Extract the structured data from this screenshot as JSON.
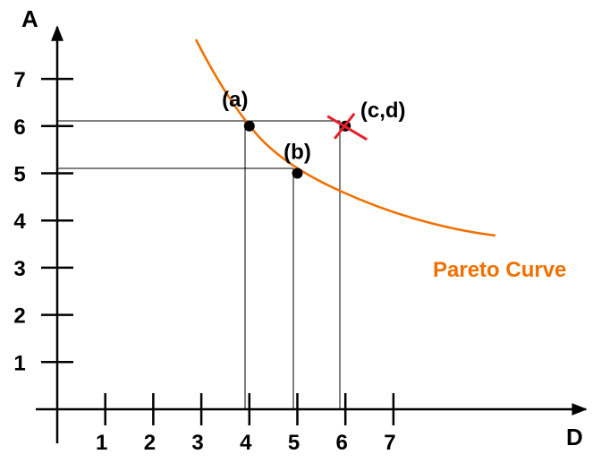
{
  "axes": {
    "x_label": "D",
    "y_label": "A",
    "x_ticks": [
      "1",
      "2",
      "3",
      "4",
      "5",
      "6",
      "7"
    ],
    "y_ticks": [
      "1",
      "2",
      "3",
      "4",
      "5",
      "6",
      "7"
    ]
  },
  "points": [
    {
      "label": "(a)",
      "x": 4,
      "y": 6,
      "style": "dot"
    },
    {
      "label": "(b)",
      "x": 5,
      "y": 5,
      "style": "dot"
    },
    {
      "label": "(c,d)",
      "x": 6,
      "y": 6,
      "style": "crossed-dot"
    }
  ],
  "curve": {
    "label": "Pareto Curve",
    "color": "#f07000"
  },
  "colors": {
    "curve": "#f07000",
    "cross": "#e8202a",
    "axis": "#000000"
  }
}
